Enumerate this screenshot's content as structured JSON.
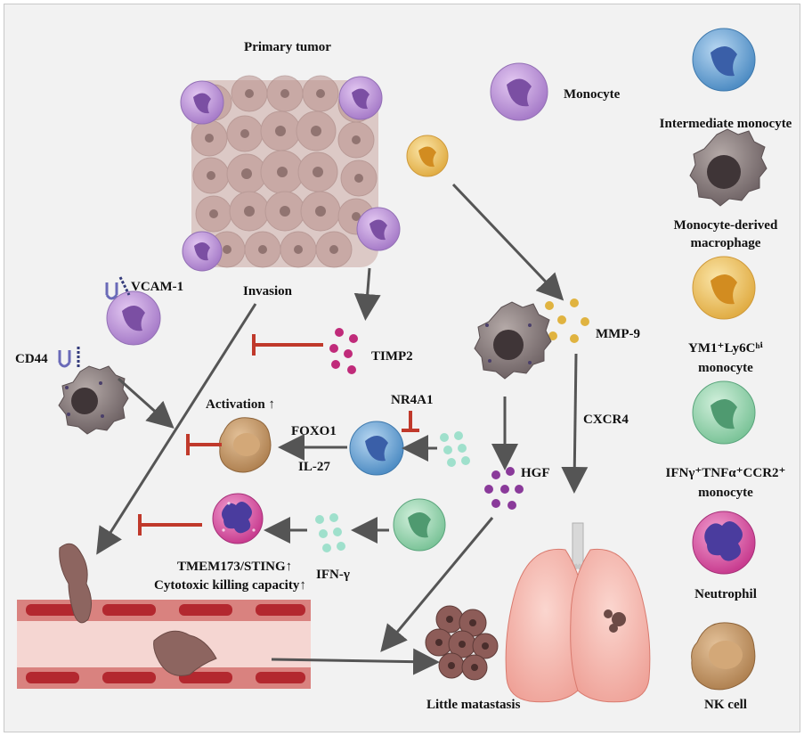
{
  "labels": {
    "primary_tumor": "Primary tumor",
    "monocyte": "Monocyte",
    "vcam1": "VCAM-1",
    "invasion": "Invasion",
    "cd44": "CD44",
    "timp2": "TIMP2",
    "mmp9": "MMP-9",
    "nr4a1": "NR4A1",
    "activation": "Activation ↑",
    "foxo1": "FOXO1",
    "il27": "IL-27",
    "hgf": "HGF",
    "cxcr4": "CXCR4",
    "ifn_gamma": "IFN-γ",
    "tmem_sting": "TMEM173/STING↑",
    "cytotoxic": "Cytotoxic killing capacity↑",
    "little_metastasis": "Little matastasis"
  },
  "legend": {
    "intermediate": "Intermediate monocyte",
    "macrophage_line1": "Monocyte-derived",
    "macrophage_line2": "macrophage",
    "ym1_line1": "YM1⁺Ly6Cʰⁱ",
    "ym1_line2": "monocyte",
    "ifn_line1": "IFNγ⁺TNFα⁺CCR2⁺",
    "ifn_line2": "monocyte",
    "neutrophil": "Neutrophil",
    "nk_cell": "NK cell"
  },
  "colors": {
    "arrow": "#555555",
    "inhibit": "#c0392b",
    "purple_monocyte": "#b98fd6",
    "blue_monocyte": "#6fa3d1",
    "macrophage": "#7d6f72",
    "yellow_monocyte": "#e9c06a",
    "green_monocyte": "#8ccfa6",
    "neutrophil": "#d85aa8",
    "nk_cell": "#c49a6c",
    "tumor": "#c9a3a0",
    "vessel": "#f0c4c0"
  }
}
